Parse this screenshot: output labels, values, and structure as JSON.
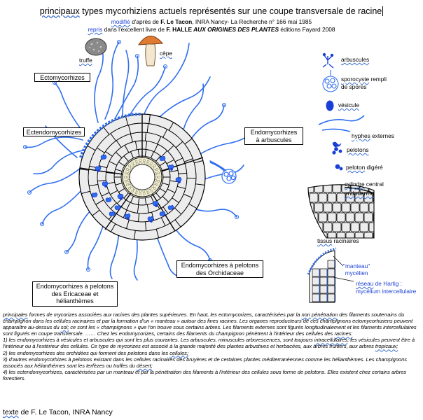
{
  "header": {
    "title_prefix": "principaux",
    "title_rest": " types mycorhiziens actuels représentés sur une coupe transversale de racine",
    "sub1_pre": "modifié",
    "sub1_mid": " d'après de ",
    "sub1_bold": "F. Le Tacon",
    "sub1_rest": ", INRA Nancy- La Recherche n° 166 mai 1985",
    "sub2_pre": "repris",
    "sub2_mid": " dans l'excellent livre de ",
    "sub2_bold": "F. HALLE",
    "sub2_italic": " AUX ORIGINES DES PLANTES",
    "sub2_rest": " éditions Fayard 2008"
  },
  "labels": {
    "truffe": "truffe",
    "cepe": "cèpe",
    "ectomycorhizes": "Ectomycorhizes",
    "ectendomycorhizes": "Ectendomycorhizes",
    "endo_arbuscules_1": "Endomycorhizes",
    "endo_arbuscules_2": "à arbuscules",
    "endo_orchid_1": "Endomycorhizes à pelotons",
    "endo_orchid_2": "des Orchidaceae",
    "endo_eric_1": "Endomycorhizes à pelotons",
    "endo_eric_2": "des Ericaceae et",
    "endo_eric_3": "hélianthèmes"
  },
  "legend": {
    "arbuscules": "arbuscules",
    "sporocyste": "sporocyste",
    "sporocyste_rest_1": " rempli",
    "sporocyste_rest_2": "de spores",
    "vesicule": "vésicule",
    "hyphes": "hyphes",
    "hyphes_rest": " externes",
    "pelotons": "pelotons",
    "peloton": "peloton",
    "peloton_rest": " digéré",
    "cylindre": "cylindre",
    "cylindre_rest": " central",
    "endoderme": "endoderme",
    "tissus": "tissus",
    "tissus_rest": " racinaires",
    "manteau_1": "\"manteau\"",
    "manteau_2": "mycélien",
    "hartig": "réseau",
    "hartig_rest": " de Hartig :",
    "hartig_2": "mycélium intercellulaire"
  },
  "body": {
    "p1_a": "principales",
    "p1_b": " formes de mycorizes associées aux racines des plantes supérieures. En haut, les ectomycorizes, caractérisées par la ",
    "p1_c": "non pénétration",
    "p1_d": " des filaments souterrains du champignon dans les cellules racinaires et par la formation d'un « manteau » autour des fines racines. Les organes reproducteurs de ces champignons ectomycorhiziens peuvent apparaître au-dessus du ",
    "p1_e": "sol;",
    "p1_f": " ce sont les « champignons » que l'on trouve sous certains arbres. Les filaments externes sont figurés longitudinalement et les filaments intercellulaires sont figurés en coupe transversale. …… Chez les endomycorizes, certains des filaments du champignon pénètrent à l'intérieur des cellules des ",
    "p1_g": "racines:",
    "p2_a": "1) les endomycorhizes à vésicules et arbuscules qui sont les plus courantes. Les arbuscules, minuscules arborescences, sont toujours ",
    "p2_b": "intracellulaires",
    "p2_c": "; les vésicules peuvent être à l'intérieur ou à l'extérieur des cellules. Ce type de mycorizes est associé à la grande majorité des plantes arbustives et herbacées, aux arbres fruitiers, aux arbres ",
    "p2_d": "tropicaux;",
    "p3_a": "2) les endomycorhizes des orchidées qui forment des pelotons dans les ",
    "p3_b": "cellules;",
    "p4": "3) d'autres endomycorhizes à pelotons existant dans les cellules racinaires des bruyères et de certaines plantes méditerranéennes comme les hélianthèmes. Les champignons associés aux hélianthèmes sont les terfèzes ou truffes du ",
    "p4_b": "désert;",
    "p5": "4) les ectendomycorhizes, caractérisées par un manteau et par la pénétration des filaments à l'intérieur des cellules sous forme de pelotons. Elles existent chez certains arbres forestiers."
  },
  "credit": {
    "pre": "texte",
    "rest": " de F. Le Tacon, INRA Nancy"
  },
  "colors": {
    "hyphae": "#2e6ef0",
    "peloton": "#1a3fd6",
    "cells": "#ececec",
    "cepe_cap": "#e07a30",
    "truffe": "#8a8a8a"
  }
}
